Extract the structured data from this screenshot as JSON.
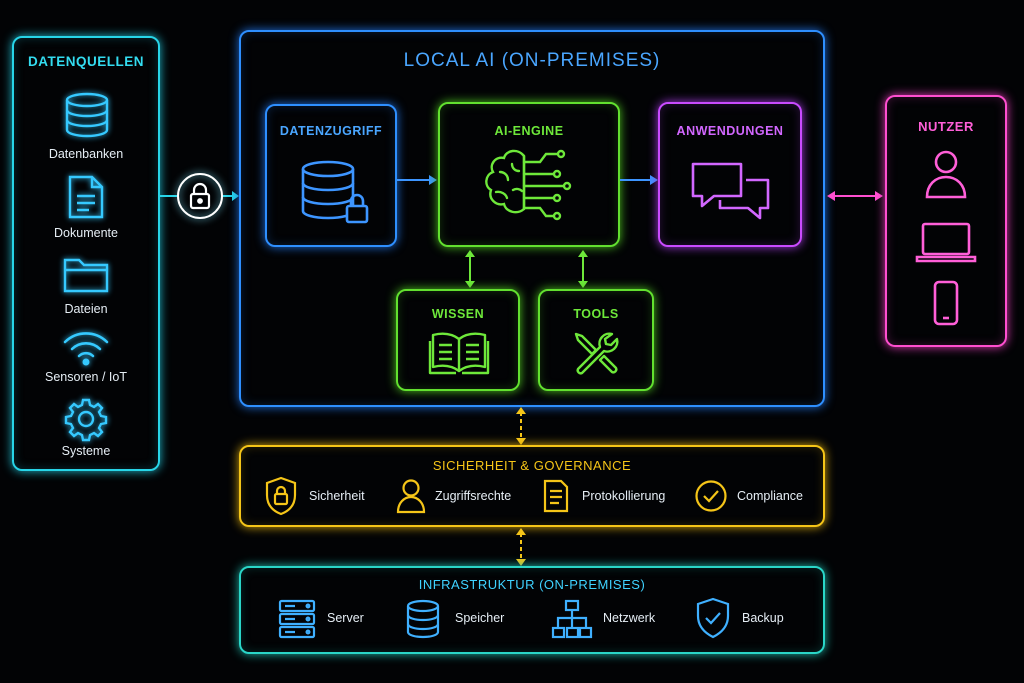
{
  "sources": {
    "title": "DATENQUELLEN",
    "items": [
      {
        "label": "Datenbanken",
        "icon": "database-icon"
      },
      {
        "label": "Dokumente",
        "icon": "document-icon"
      },
      {
        "label": "Dateien",
        "icon": "folder-icon"
      },
      {
        "label": "Sensoren / IoT",
        "icon": "wifi-icon"
      },
      {
        "label": "Systeme",
        "icon": "gear-icon"
      }
    ]
  },
  "local_ai": {
    "title": "LOCAL AI (ON-PREMISES)",
    "data_access": "DATENZUGRIFF",
    "engine": "AI-ENGINE",
    "applications": "ANWENDUNGEN",
    "knowledge": "WISSEN",
    "tools": "TOOLS"
  },
  "users": {
    "title": "NUTZER",
    "icons": [
      "person-icon",
      "laptop-icon",
      "smartphone-icon"
    ]
  },
  "security": {
    "title": "SICHERHEIT & GOVERNANCE",
    "items": [
      {
        "label": "Sicherheit",
        "icon": "shield-lock-icon"
      },
      {
        "label": "Zugriffsrechte",
        "icon": "user-icon"
      },
      {
        "label": "Protokollierung",
        "icon": "log-icon"
      },
      {
        "label": "Compliance",
        "icon": "check-circle-icon"
      }
    ]
  },
  "infrastructure": {
    "title": "INFRASTRUKTUR (ON-PREMISES)",
    "items": [
      {
        "label": "Server",
        "icon": "server-icon"
      },
      {
        "label": "Speicher",
        "icon": "storage-icon"
      },
      {
        "label": "Netzwerk",
        "icon": "network-icon"
      },
      {
        "label": "Backup",
        "icon": "shield-check-icon"
      }
    ]
  },
  "colors": {
    "sources": "#27d5e8",
    "local_ai": "#2e8fff",
    "engine": "#62e02f",
    "applications": "#c94bff",
    "users": "#ff4fd0",
    "security": "#f5c518",
    "infrastructure": "#2ad6c8"
  }
}
